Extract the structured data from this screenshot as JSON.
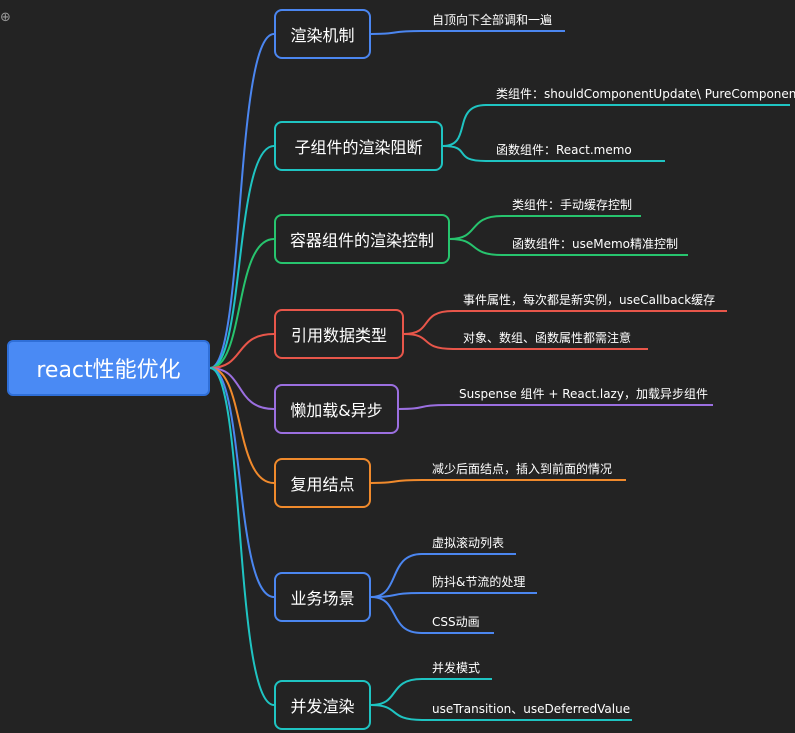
{
  "root": {
    "label": "react性能优化"
  },
  "colors": {
    "blue": "#4b86f0",
    "teal": "#1fc4c2",
    "green": "#27c46e",
    "red": "#e8564a",
    "purple": "#9b6fe0",
    "orange": "#f08a2c",
    "root_fill": "#4a8af4",
    "background": "#232323"
  },
  "branches": [
    {
      "label": "渲染机制",
      "color": "blue",
      "leaves": [
        "自顶向下全部调和一遍"
      ]
    },
    {
      "label": "子组件的渲染阻断",
      "color": "teal",
      "leaves": [
        "类组件：shouldComponentUpdate\\ PureComponent",
        "函数组件：React.memo"
      ]
    },
    {
      "label": "容器组件的渲染控制",
      "color": "green",
      "leaves": [
        "类组件：手动缓存控制",
        "函数组件：useMemo精准控制"
      ]
    },
    {
      "label": "引用数据类型",
      "color": "red",
      "leaves": [
        "事件属性，每次都是新实例，useCallback缓存",
        "对象、数组、函数属性都需注意"
      ]
    },
    {
      "label": "懒加载&异步",
      "color": "purple",
      "leaves": [
        "Suspense 组件 + React.lazy，加载异步组件"
      ]
    },
    {
      "label": "复用结点",
      "color": "orange",
      "leaves": [
        "减少后面结点，插入到前面的情况"
      ]
    },
    {
      "label": "业务场景",
      "color": "blue",
      "leaves": [
        "虚拟滚动列表",
        "防抖&节流的处理",
        "CSS动画"
      ]
    },
    {
      "label": "并发渲染",
      "color": "teal",
      "leaves": [
        "并发模式",
        "useTransition、useDeferredValue"
      ]
    }
  ]
}
